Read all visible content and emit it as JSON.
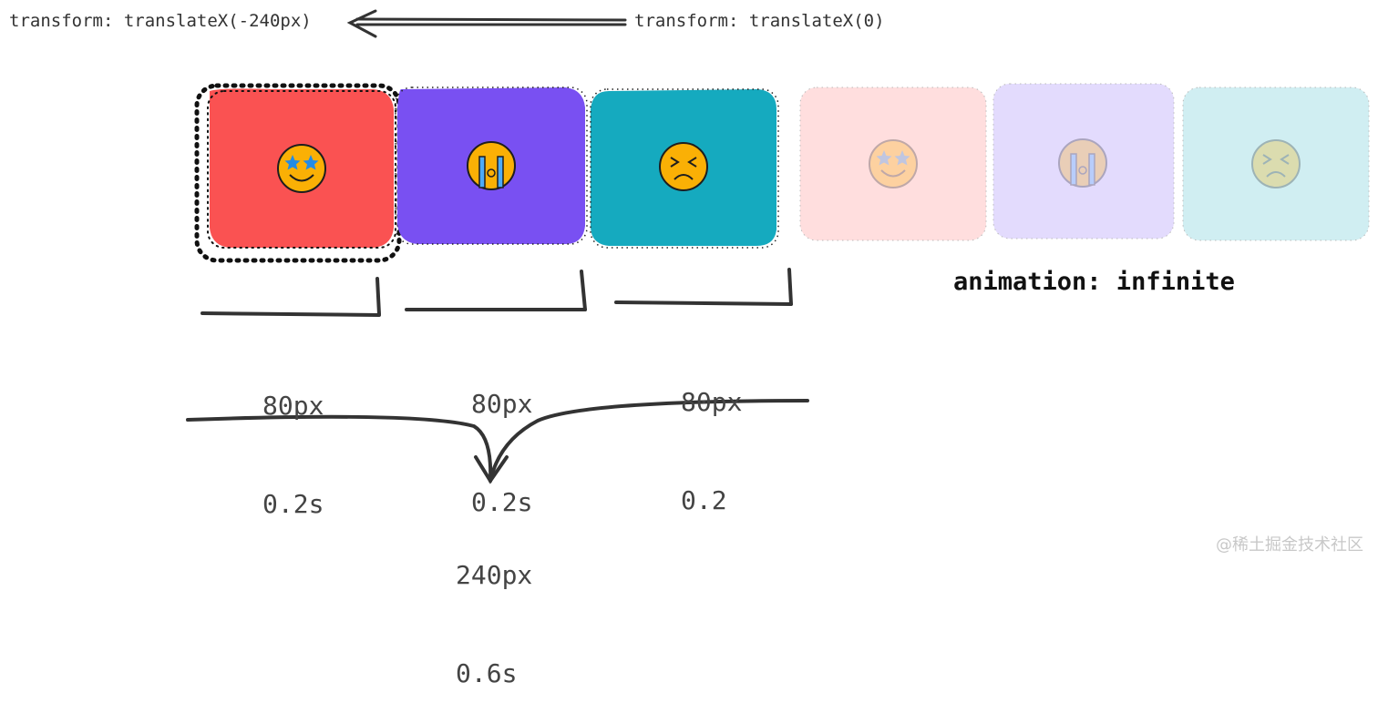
{
  "labels": {
    "transform_start": "transform: translateX(-240px)",
    "transform_end": "transform: translateX(0)",
    "animation": "animation: infinite",
    "watermark": "@稀土掘金技术社区"
  },
  "segments": [
    {
      "distance": "80px",
      "duration": "0.2s"
    },
    {
      "distance": "80px",
      "duration": "0.2s"
    },
    {
      "distance": "80px",
      "duration": "0.2"
    }
  ],
  "total": {
    "distance": "240px",
    "duration": "0.6s"
  },
  "cards": [
    {
      "emoji": "star-struck-face-icon",
      "color": "#fa5252",
      "faded": false
    },
    {
      "emoji": "crying-face-icon",
      "color": "#7950f2",
      "faded": false
    },
    {
      "emoji": "confounded-face-icon",
      "color": "#15aabf",
      "faded": false
    },
    {
      "emoji": "star-struck-face-icon",
      "color": "#ffdede",
      "faded": true
    },
    {
      "emoji": "crying-face-icon",
      "color": "#e3dbfd",
      "faded": true
    },
    {
      "emoji": "confounded-face-icon",
      "color": "#d0eef2",
      "faded": true
    }
  ],
  "colors": {
    "ink": "#333333",
    "emoji_fill": "#fab005",
    "emoji_accent": "#228be6"
  }
}
